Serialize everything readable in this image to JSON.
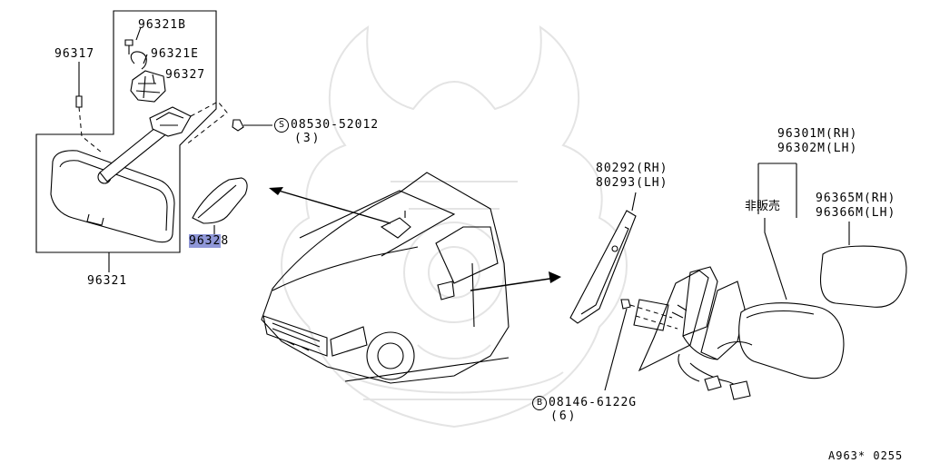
{
  "diagram": {
    "part_labels": {
      "p96321B": "96321B",
      "p96321E": "96321E",
      "p96317": "96317",
      "p96327": "96327",
      "p96328_hl": "9632",
      "p96328_rest": "8",
      "p96321": "96321",
      "bolt_s_letter": "S",
      "bolt_s_part": "08530-52012",
      "bolt_s_qty": "(3)",
      "p80292": "80292(RH)",
      "p80293": "80293(LH)",
      "p96301M": "96301M(RH)",
      "p96302M": "96302M(LH)",
      "not_for_sale": "非販売",
      "p96365M": "96365M(RH)",
      "p96366M": "96366M(LH)",
      "bolt_b_letter": "B",
      "bolt_b_part": "08146-6122G",
      "bolt_b_qty": "(6)",
      "diagram_id": "A963* 0255"
    },
    "highlight_color": "#8f97d8",
    "watermark_color": "#e4e4e4"
  }
}
